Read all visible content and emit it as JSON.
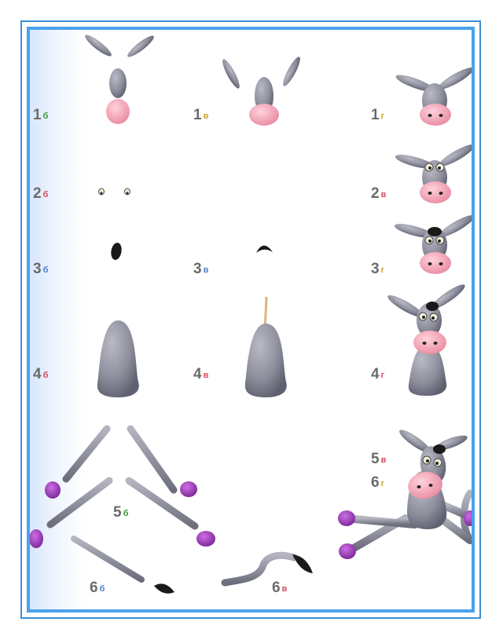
{
  "labels": [
    {
      "id": "1b",
      "num": "1",
      "sub": "б",
      "color": "#3a9a3a"
    },
    {
      "id": "1v",
      "num": "1",
      "sub": "в",
      "color": "#c9a62a"
    },
    {
      "id": "1g",
      "num": "1",
      "sub": "г",
      "color": "#c9a62a"
    },
    {
      "id": "2b",
      "num": "2",
      "sub": "б",
      "color": "#d94a5a"
    },
    {
      "id": "2v",
      "num": "2",
      "sub": "в",
      "color": "#d94a5a"
    },
    {
      "id": "3b",
      "num": "3",
      "sub": "б",
      "color": "#4a7fd0"
    },
    {
      "id": "3v",
      "num": "3",
      "sub": "в",
      "color": "#4a7fd0"
    },
    {
      "id": "3g",
      "num": "3",
      "sub": "г",
      "color": "#c9a62a"
    },
    {
      "id": "4b",
      "num": "4",
      "sub": "б",
      "color": "#d94a5a"
    },
    {
      "id": "4v",
      "num": "4",
      "sub": "в",
      "color": "#d94a5a"
    },
    {
      "id": "4g",
      "num": "4",
      "sub": "г",
      "color": "#d94a5a"
    },
    {
      "id": "5b",
      "num": "5",
      "sub": "б",
      "color": "#3a9a3a"
    },
    {
      "id": "5v",
      "num": "5",
      "sub": "в",
      "color": "#d94a5a"
    },
    {
      "id": "6g",
      "num": "6",
      "sub": "г",
      "color": "#c9a62a"
    },
    {
      "id": "6b",
      "num": "6",
      "sub": "б",
      "color": "#4a7fd0"
    },
    {
      "id": "6v",
      "num": "6",
      "sub": "в",
      "color": "#d94a5a"
    }
  ],
  "colors": {
    "frame": "#4aa2ec",
    "clay_gray": "#8e8f9c",
    "clay_pink": "#f3a3b3",
    "clay_purple": "#a23fbf",
    "clay_black": "#1a1a1a"
  }
}
